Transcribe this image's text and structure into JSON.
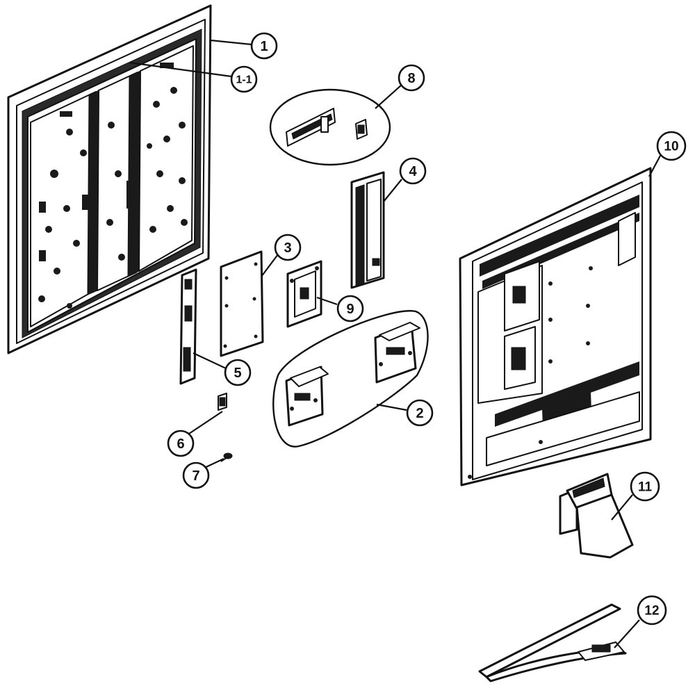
{
  "callouts": {
    "c1": "1",
    "c1_1": "1-1",
    "c2": "2",
    "c3": "3",
    "c4": "4",
    "c5": "5",
    "c6": "6",
    "c7": "7",
    "c8": "8",
    "c9": "9",
    "c10": "10",
    "c11": "11",
    "c12": "12"
  },
  "colors": {
    "line": "#111111",
    "background": "#ffffff"
  }
}
